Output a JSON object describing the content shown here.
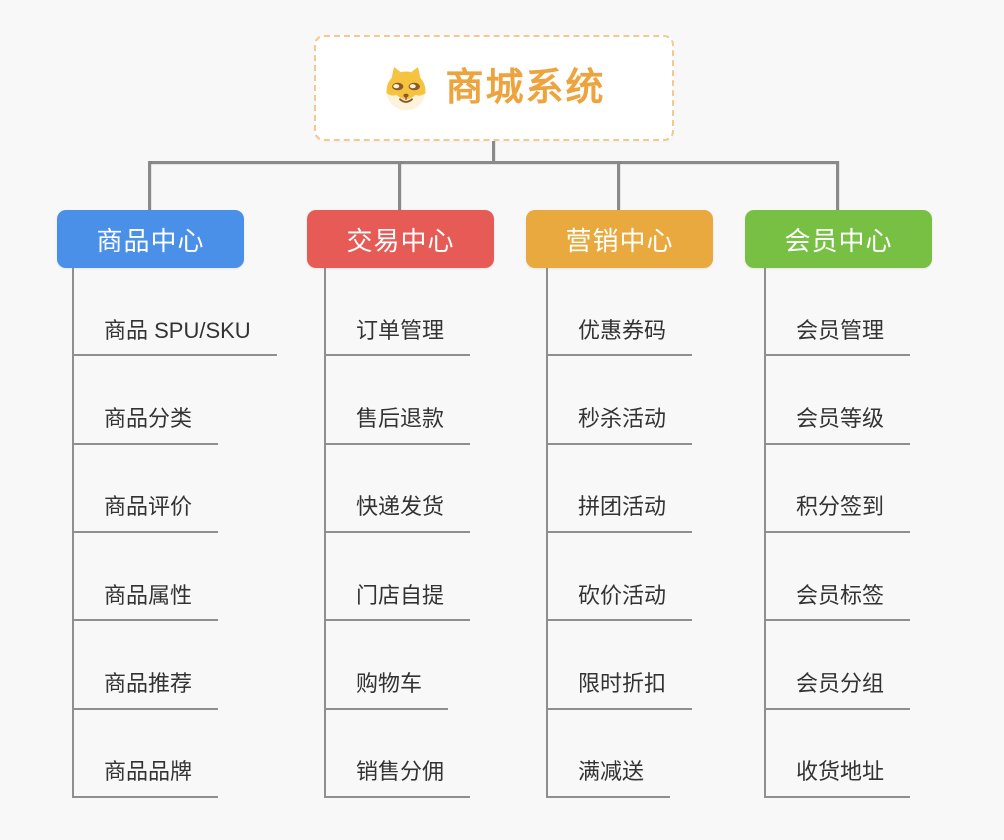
{
  "root": {
    "title": "商城系统",
    "icon": "dog-icon",
    "title_color": "#eda43e",
    "border_color": "#f2c98e"
  },
  "connector_color": "#8a8a8a",
  "background_color": "#f8f8f8",
  "branches": [
    {
      "label": "商品中心",
      "color": "#4a90e8",
      "items": [
        "商品 SPU/SKU",
        "商品分类",
        "商品评价",
        "商品属性",
        "商品推荐",
        "商品品牌"
      ]
    },
    {
      "label": "交易中心",
      "color": "#e75b56",
      "items": [
        "订单管理",
        "售后退款",
        "快递发货",
        "门店自提",
        "购物车",
        "销售分佣"
      ]
    },
    {
      "label": "营销中心",
      "color": "#e9a93f",
      "items": [
        "优惠券码",
        "秒杀活动",
        "拼团活动",
        "砍价活动",
        "限时折扣",
        "满减送"
      ]
    },
    {
      "label": "会员中心",
      "color": "#77c044",
      "items": [
        "会员管理",
        "会员等级",
        "积分签到",
        "会员标签",
        "会员分组",
        "收货地址"
      ]
    }
  ]
}
